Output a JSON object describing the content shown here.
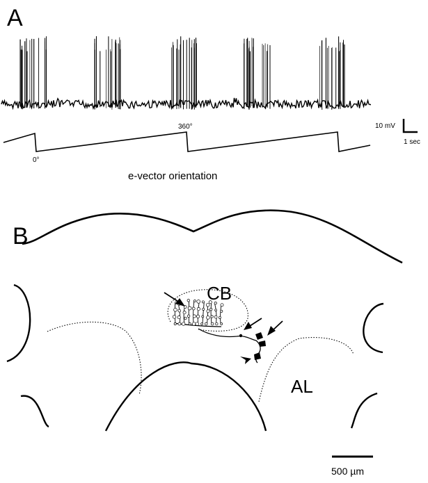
{
  "panel_a": {
    "letter": "A",
    "phase_label_start": "0°",
    "phase_label_full": "360°",
    "stimulus_caption": "e-vector orientation",
    "voltage_scale": "10 mV",
    "time_scale": "1 sec",
    "burst_count": 5
  },
  "panel_b": {
    "letter": "B",
    "central_body_label": "CB",
    "antennal_lobe_label": "AL",
    "scale_bar": "500 µm"
  },
  "colors": {
    "ink": "#000000",
    "background": "#ffffff"
  }
}
